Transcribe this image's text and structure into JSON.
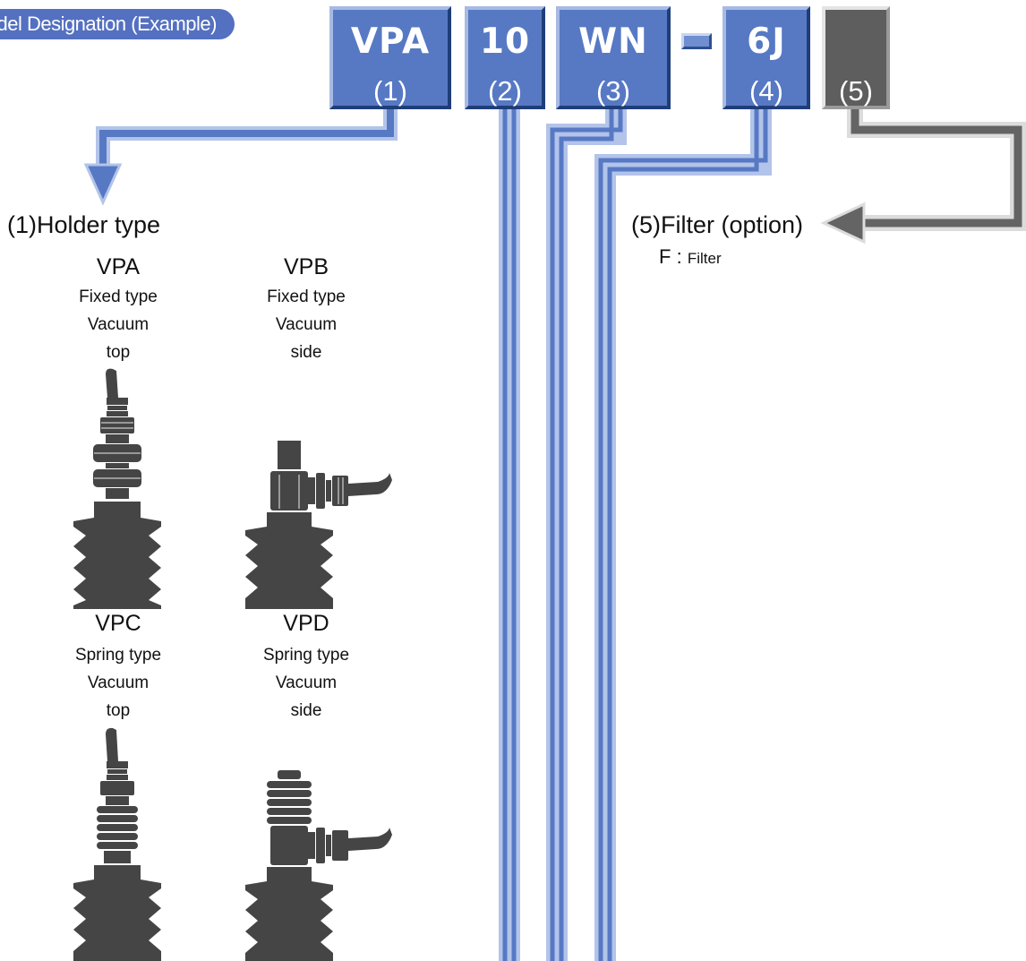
{
  "header": {
    "tag": "del Designation (Example)"
  },
  "segments": [
    {
      "code": "VPA",
      "number": "(1)"
    },
    {
      "code": "10",
      "number": "(2)"
    },
    {
      "code": "WN",
      "number": "(3)"
    },
    {
      "code": "6J",
      "number": "(4)"
    },
    {
      "code": "",
      "number": "(5)"
    }
  ],
  "holder_section": {
    "title": "(1)Holder type",
    "types": [
      {
        "model": "VPA",
        "mount": "Fixed type",
        "vacuum": "Vacuum",
        "port": "top"
      },
      {
        "model": "VPB",
        "mount": "Fixed type",
        "vacuum": "Vacuum",
        "port": "side"
      },
      {
        "model": "VPC",
        "mount": "Spring type",
        "vacuum": "Vacuum",
        "port": "top"
      },
      {
        "model": "VPD",
        "mount": "Spring type",
        "vacuum": "Vacuum",
        "port": "side"
      }
    ]
  },
  "filter_section": {
    "title": "(5)Filter (option)",
    "option_code": "F",
    "option_sep": ":",
    "option_label": "Filter"
  },
  "colors": {
    "blue": "#5779c4",
    "blue_light": "#a7bae4",
    "grey": "#5e5e5e",
    "icon": "#454545"
  },
  "icons": [
    "holder-vpa-icon",
    "holder-vpb-icon",
    "holder-vpc-icon",
    "holder-vpd-icon"
  ]
}
